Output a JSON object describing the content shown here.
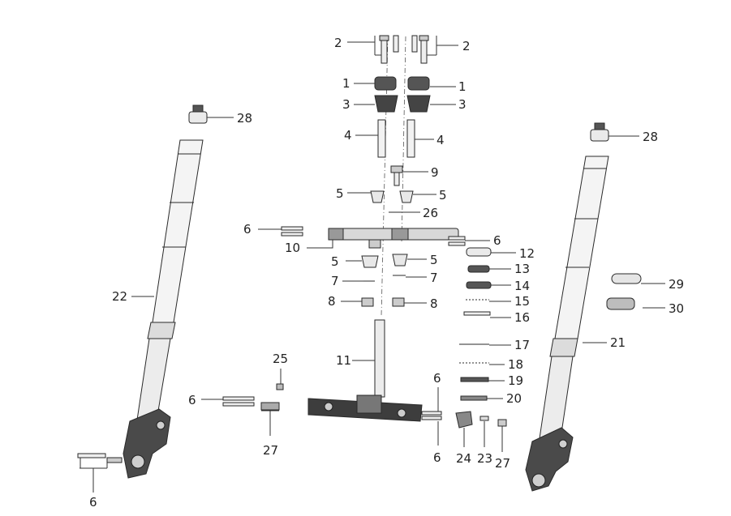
{
  "callouts": {
    "c2a": "2",
    "c2b": "2",
    "c1a": "1",
    "c1b": "1",
    "c3a": "3",
    "c3b": "3",
    "c4a": "4",
    "c4b": "4",
    "c9": "9",
    "c5a": "5",
    "c5b": "5",
    "c5c": "5",
    "c5d": "5",
    "c26": "26",
    "c6a": "6",
    "c6b": "6",
    "c6c": "6",
    "c6d": "6",
    "c6e": "6",
    "c6f": "6",
    "c10": "10",
    "c7a": "7",
    "c7b": "7",
    "c8a": "8",
    "c8b": "8",
    "c11": "11",
    "c12": "12",
    "c13": "13",
    "c14": "14",
    "c15": "15",
    "c16": "16",
    "c17": "17",
    "c18": "18",
    "c19": "19",
    "c20": "20",
    "c21": "21",
    "c22": "22",
    "c23": "23",
    "c24": "24",
    "c25": "25",
    "c27a": "27",
    "c27b": "27",
    "c28a": "28",
    "c28b": "28",
    "c29": "29",
    "c30": "30"
  },
  "colors": {
    "part_fill": "#f2f2f2",
    "part_dark": "#3a3a3a",
    "line": "#222222"
  }
}
